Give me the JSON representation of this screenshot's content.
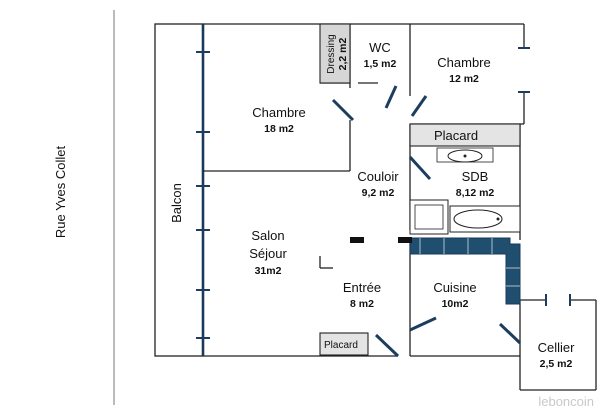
{
  "street": {
    "label": "Rue Yves Collet"
  },
  "balcony": {
    "label": "Balcon"
  },
  "rooms": {
    "bedroom_big": {
      "name": "Chambre",
      "area": "18 m2"
    },
    "bedroom_small": {
      "name": "Chambre",
      "area": "12 m2"
    },
    "dressing": {
      "name": "Dressing",
      "area": "2,2 m2"
    },
    "wc": {
      "name": "WC",
      "area": "1,5 m2"
    },
    "corridor": {
      "name": "Couloir",
      "area": "9,2 m2"
    },
    "bathroom": {
      "name": "SDB",
      "area": "8,12 m2"
    },
    "living": {
      "name1": "Salon",
      "name2": "Séjour",
      "area": "31m2"
    },
    "entrance": {
      "name": "Entrée",
      "area": "8 m2"
    },
    "kitchen": {
      "name": "Cuisine",
      "area": "10m2"
    },
    "cellar": {
      "name": "Cellier",
      "area": "2,5 m2"
    }
  },
  "closets": {
    "bathroom_closet": "Placard",
    "entrance_closet": "Placard"
  },
  "watermark": "leboncoin",
  "colors": {
    "kitchen_counter": "#1f4e6e",
    "door": "#1c3d5e",
    "closet_fill": "#e4e4e4",
    "dressing_fill": "#d6d6d6"
  }
}
